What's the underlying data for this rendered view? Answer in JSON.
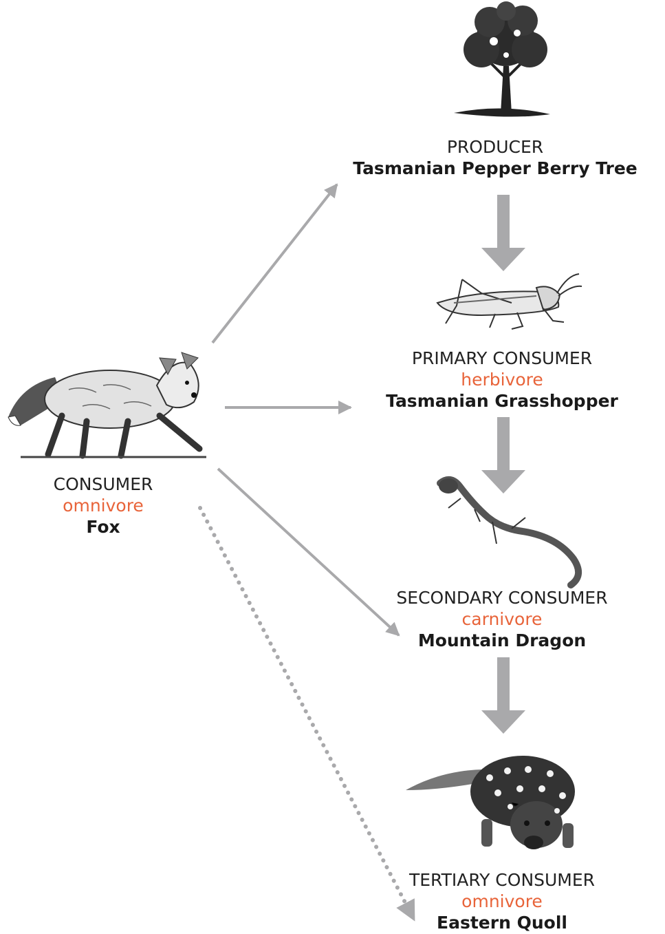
{
  "colors": {
    "arrow": "#a9a9ab",
    "diet": "#e8643a",
    "text": "#222222"
  },
  "organisms": {
    "tree": {
      "icon": "pepper-berry-tree-illustration",
      "role": "PRODUCER",
      "name": "Tasmanian Pepper Berry Tree"
    },
    "grasshopper": {
      "icon": "grasshopper-illustration",
      "role": "PRIMARY CONSUMER",
      "diet": "herbivore",
      "name": "Tasmanian Grasshopper"
    },
    "dragon": {
      "icon": "lizard-illustration",
      "role": "SECONDARY CONSUMER",
      "diet": "carnivore",
      "name": "Mountain Dragon"
    },
    "quoll": {
      "icon": "quoll-illustration",
      "role": "TERTIARY CONSUMER",
      "diet": "omnivore",
      "name": "Eastern Quoll"
    },
    "fox": {
      "icon": "fox-illustration",
      "role": "CONSUMER",
      "diet": "omnivore",
      "name": "Fox"
    }
  },
  "links": [
    {
      "from": "tree",
      "to": "grasshopper",
      "style": "thick"
    },
    {
      "from": "grasshopper",
      "to": "dragon",
      "style": "thick"
    },
    {
      "from": "dragon",
      "to": "quoll",
      "style": "thick"
    },
    {
      "from": "fox",
      "to": "tree",
      "style": "thin"
    },
    {
      "from": "fox",
      "to": "grasshopper",
      "style": "thin"
    },
    {
      "from": "fox",
      "to": "dragon",
      "style": "thin"
    },
    {
      "from": "fox",
      "to": "quoll",
      "style": "dotted"
    }
  ]
}
